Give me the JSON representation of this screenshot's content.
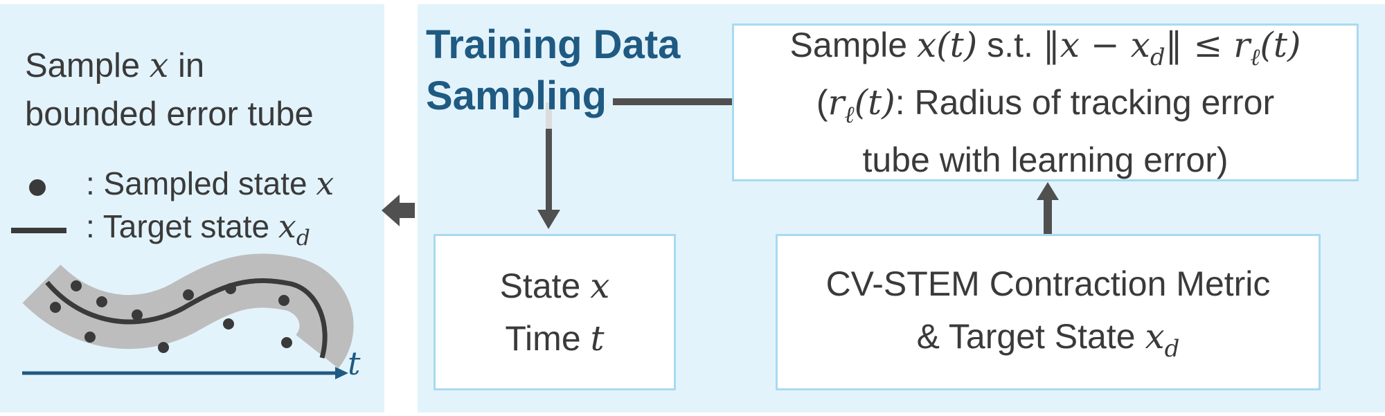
{
  "left_panel": {
    "sample_line1_pre": "Sample ",
    "sample_line1_var": "x",
    "sample_line1_post": " in",
    "sample_line2": "bounded error tube",
    "legend": {
      "dot_label_pre": ": Sampled state ",
      "dot_label_var": "x",
      "line_label_pre": ": Target state ",
      "line_label_var": "x",
      "line_label_sub": "d"
    },
    "axis_label": "t"
  },
  "title": {
    "line1": "Training Data",
    "line2": "Sampling"
  },
  "top_box": {
    "line1_pre": "Sample ",
    "line1_math1": "x(t)",
    "line1_mid": " s.t. ",
    "line1_math2a": "‖x − x",
    "line1_math2sub": "d",
    "line1_math2b": "‖ ≤ r",
    "line1_math2sub2": "ℓ",
    "line1_math2c": "(t)",
    "line2_open": "(",
    "line2_math": "r",
    "line2_sub": "ℓ",
    "line2_math2": "(t)",
    "line2_text": ": Radius of tracking error",
    "line3": "tube with learning error)"
  },
  "state_box": {
    "line1_pre": "State ",
    "line1_var": "x",
    "line2_pre": "Time ",
    "line2_var": "t"
  },
  "cvstem_box": {
    "line1": "CV-STEM Contraction Metric",
    "line2_pre": "& Target State ",
    "line2_var": "x",
    "line2_sub": "d"
  },
  "colors": {
    "panel_bg": "#e3f3fb",
    "box_border": "#a9daf0",
    "title": "#1f5a82",
    "arrow": "#505050",
    "tube": "#bdbdbd",
    "axis": "#1f5a82"
  }
}
